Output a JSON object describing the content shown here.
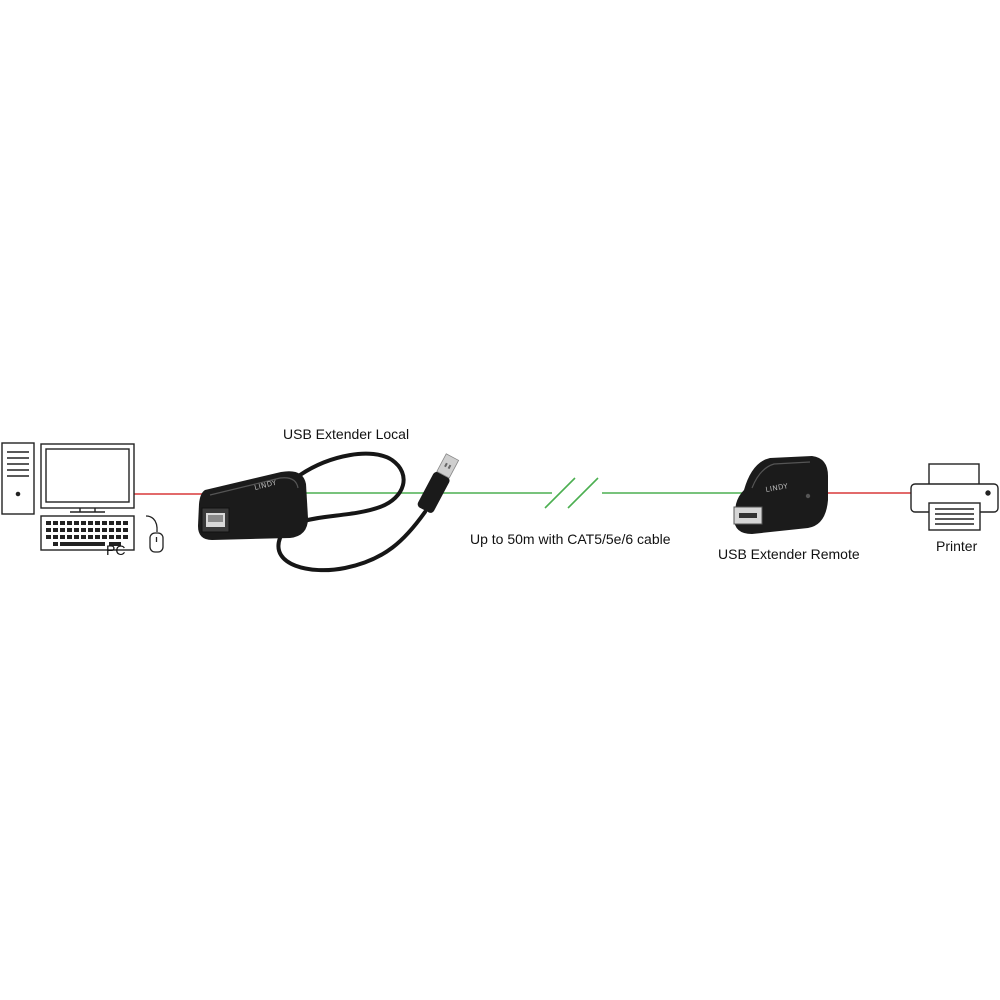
{
  "labels": {
    "local": "USB Extender Local",
    "cable": "Up to 50m with CAT5/5e/6 cable",
    "remote": "USB Extender Remote",
    "printer": "Printer",
    "pc": "PC"
  },
  "brand": "LINDY",
  "colors": {
    "usb_link": "#d9383a",
    "cat_link": "#4caf50",
    "device_body": "#1c1c1c",
    "outline": "#222222"
  },
  "icons": [
    "computer-tower-icon",
    "monitor-icon",
    "keyboard-icon",
    "mouse-icon",
    "usb-plug-icon",
    "rj45-port-icon",
    "usb-a-port-icon",
    "printer-icon",
    "cable-break-icon"
  ]
}
